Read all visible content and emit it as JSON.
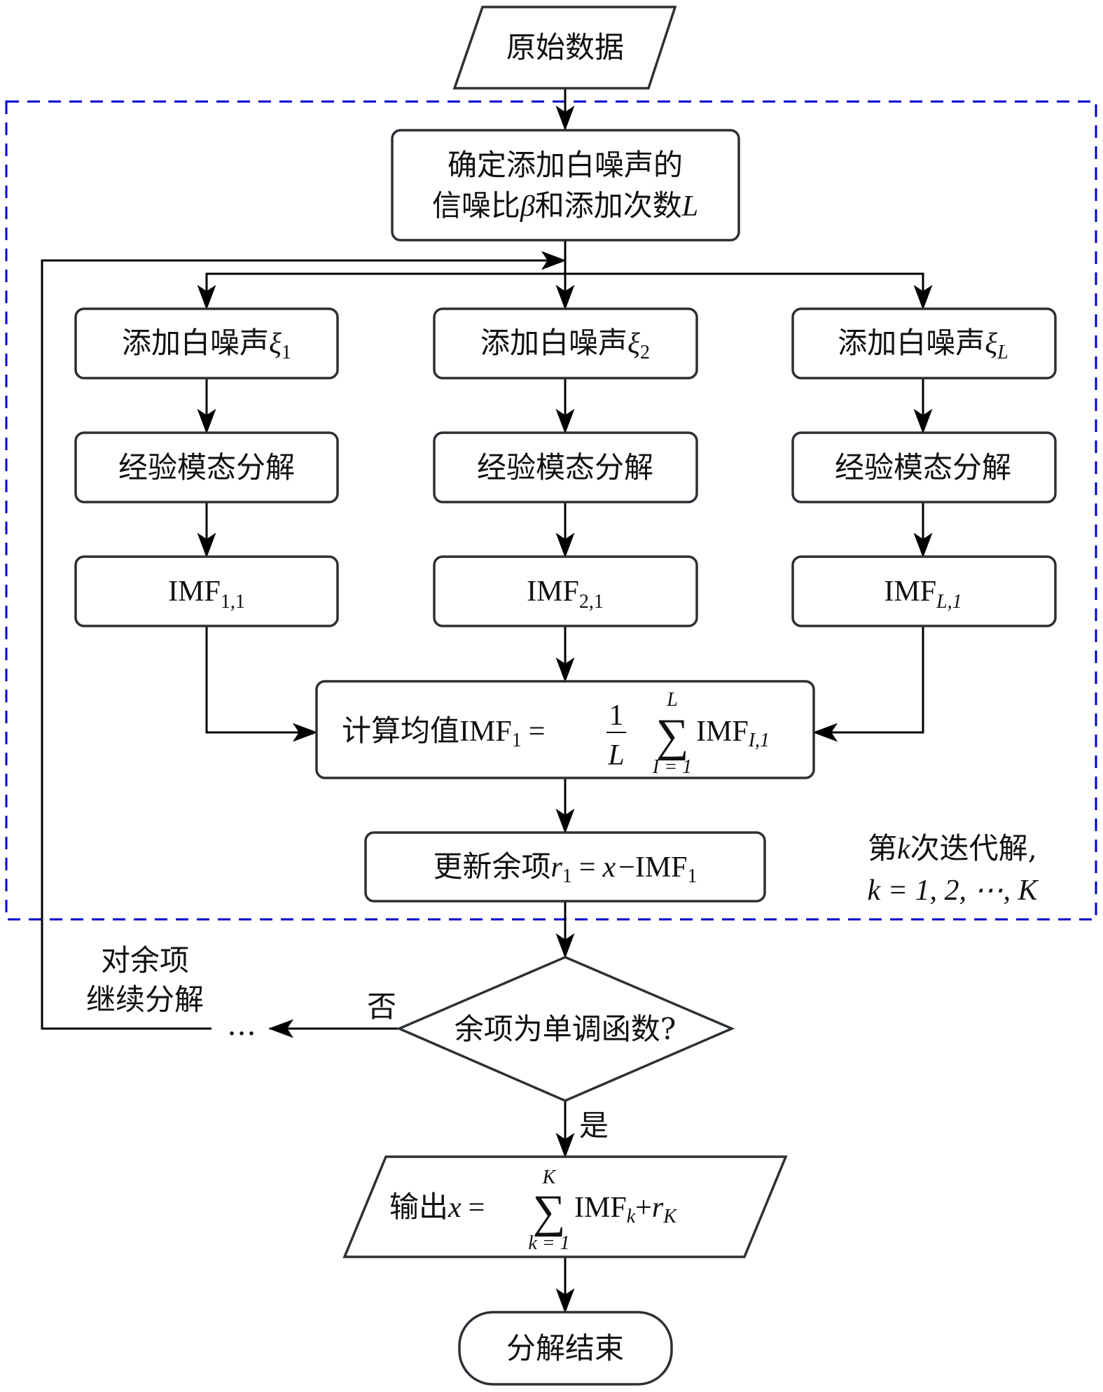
{
  "diagram": {
    "title": "EEMD decomposition flowchart",
    "colors": {
      "node_stroke": "#2b3035",
      "edge": "#000000",
      "group_border": "#0000cc",
      "background": "#ffffff"
    },
    "nodes": {
      "start": {
        "shape": "parallelogram",
        "text": "原始数据"
      },
      "setup": {
        "shape": "rounded-rect",
        "line1": "确定添加白噪声的",
        "line2_prefix": "信噪比",
        "line2_beta": "β",
        "line2_mid": "和添加次数",
        "line2_L": "L"
      },
      "noise": [
        {
          "shape": "rounded-rect",
          "text": "添加白噪声",
          "symbol": "ξ",
          "sub": "1"
        },
        {
          "shape": "rounded-rect",
          "text": "添加白噪声",
          "symbol": "ξ",
          "sub": "2"
        },
        {
          "shape": "rounded-rect",
          "text": "添加白噪声",
          "symbol": "ξ",
          "sub": "L"
        }
      ],
      "emd": [
        {
          "shape": "rounded-rect",
          "text": "经验模态分解"
        },
        {
          "shape": "rounded-rect",
          "text": "经验模态分解"
        },
        {
          "shape": "rounded-rect",
          "text": "经验模态分解"
        }
      ],
      "imf": [
        {
          "shape": "rounded-rect",
          "text": "IMF",
          "sub": "1,1"
        },
        {
          "shape": "rounded-rect",
          "text": "IMF",
          "sub": "2,1"
        },
        {
          "shape": "rounded-rect",
          "text": "IMF",
          "sub": "L,1"
        }
      ],
      "mean": {
        "shape": "rounded-rect",
        "prefix": "计算均值",
        "lhs": "IMF",
        "lhs_sub": "1",
        "eq": "=",
        "frac_num": "1",
        "frac_den": "L",
        "sum": "∑",
        "sum_upper": "L",
        "sum_lower": "I = 1",
        "rhs": "IMF",
        "rhs_sub": "I,1"
      },
      "update": {
        "shape": "rounded-rect",
        "prefix": "更新余项",
        "r": "r",
        "r_sub": "1",
        "eq": "=",
        "x": "x",
        "minus": "−",
        "imf": "IMF",
        "imf_sub": "1"
      },
      "decision": {
        "shape": "diamond",
        "text": "余项为单调函数?"
      },
      "output": {
        "shape": "parallelogram",
        "prefix": "输出",
        "x": "x",
        "eq": "=",
        "sum": "∑",
        "sum_upper": "K",
        "sum_lower": "k = 1",
        "imf": "IMF",
        "imf_sub": "k",
        "plus": "+",
        "r": "r",
        "r_sub": "K"
      },
      "end": {
        "shape": "terminal",
        "text": "分解结束"
      }
    },
    "edge_labels": {
      "no": "否",
      "yes": "是",
      "ellipsis": "…"
    },
    "side_note": {
      "line1_pre": "第",
      "line1_k": "k",
      "line1_post": "次迭代解,",
      "line2": "k = 1, 2, ⋯, K"
    },
    "loop_note": {
      "line1": "对余项",
      "line2": "继续分解"
    }
  }
}
